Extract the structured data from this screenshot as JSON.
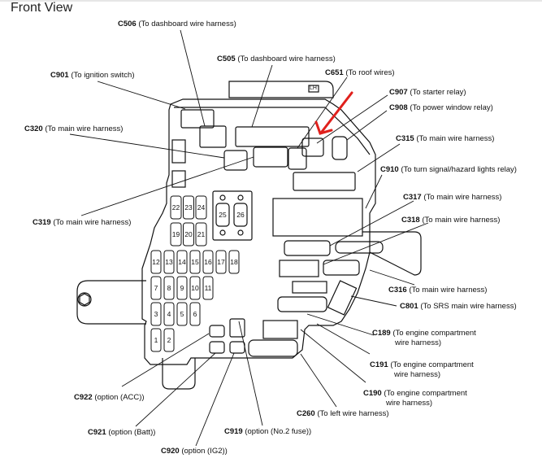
{
  "title": "Front View",
  "highlight_color": "#e0201c",
  "fuses": {
    "row1": [
      "22",
      "23",
      "24"
    ],
    "row2": [
      "19",
      "20",
      "21"
    ],
    "large": [
      "25",
      "26"
    ],
    "row3": [
      "12",
      "13",
      "14",
      "15",
      "16",
      "17",
      "18"
    ],
    "row4": [
      "7",
      "8",
      "9",
      "10",
      "11"
    ],
    "row5": [
      "3",
      "4",
      "5",
      "6"
    ],
    "row6": [
      "1",
      "2"
    ]
  },
  "side_mark": "LH",
  "connectors": [
    {
      "id": "C506",
      "desc": "(To dashboard wire harness)"
    },
    {
      "id": "C505",
      "desc": "(To dashboard wire harness)"
    },
    {
      "id": "C901",
      "desc": "(To ignition switch)"
    },
    {
      "id": "C651",
      "desc": "(To roof wires)"
    },
    {
      "id": "C907",
      "desc": "(To starter relay)"
    },
    {
      "id": "C908",
      "desc": "(To power window relay)"
    },
    {
      "id": "C320",
      "desc": "(To main wire harness)"
    },
    {
      "id": "C315",
      "desc": "(To main wire harness)"
    },
    {
      "id": "C910",
      "desc": "(To turn signal/hazard lights relay)"
    },
    {
      "id": "C317",
      "desc": "(To main wire harness)"
    },
    {
      "id": "C319",
      "desc": "(To main wire harness)"
    },
    {
      "id": "C318",
      "desc": "(To main wire harness)"
    },
    {
      "id": "C316",
      "desc": "(To main wire harness)"
    },
    {
      "id": "C801",
      "desc": "(To SRS main wire harness)"
    },
    {
      "id": "C189",
      "desc": "(To engine compartment",
      "desc2": "wire harness)"
    },
    {
      "id": "C191",
      "desc": "(To engine compartment",
      "desc2": "wire harness)"
    },
    {
      "id": "C190",
      "desc": "(To engine compartment",
      "desc2": "wire harness)"
    },
    {
      "id": "C922",
      "desc": "(option (ACC))"
    },
    {
      "id": "C260",
      "desc": "(To left wire harness)"
    },
    {
      "id": "C921",
      "desc": "(option (Batt))"
    },
    {
      "id": "C919",
      "desc": "(option (No.2 fuse))"
    },
    {
      "id": "C920",
      "desc": "(option (IG2))"
    }
  ]
}
